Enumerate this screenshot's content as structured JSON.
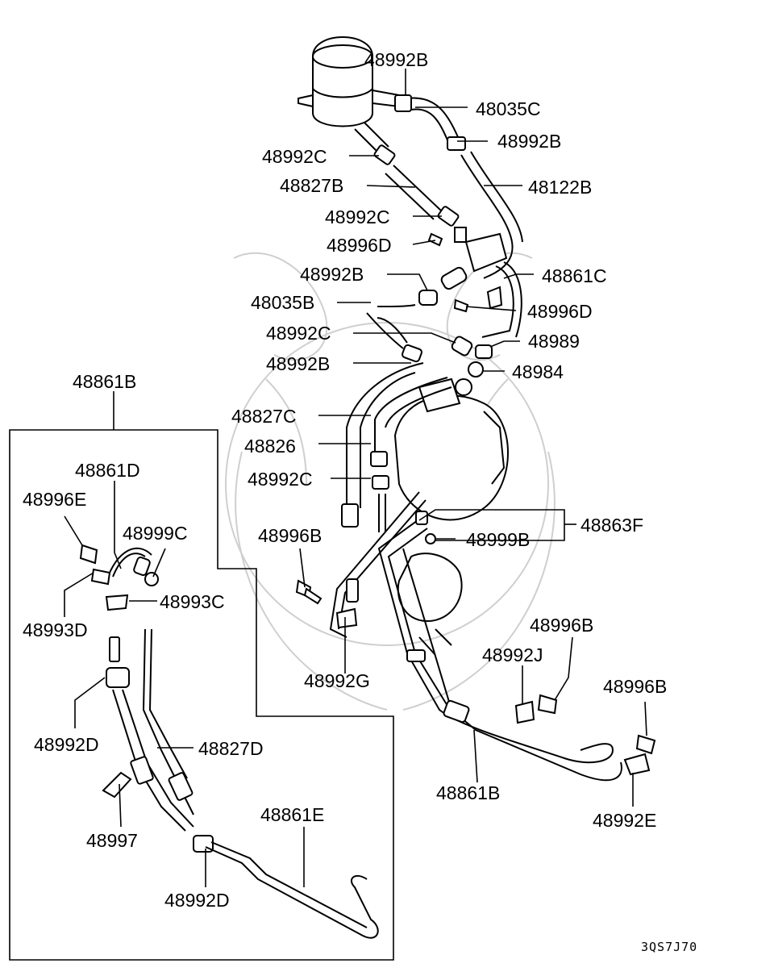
{
  "labels": {
    "l0": "48992B",
    "l1": "48035C",
    "l2": "48992B",
    "l3": "48992C",
    "l4": "48122B",
    "l5": "48827B",
    "l6": "48992C",
    "l7": "48996D",
    "l8": "48992B",
    "l9": "48861C",
    "l10": "48035B",
    "l11": "48996D",
    "l12": "48992C",
    "l13": "48989",
    "l14": "48992B",
    "l15": "48984",
    "l16": "48861B",
    "l17": "48827C",
    "l18": "48826",
    "l19": "48861D",
    "l20": "48992C",
    "l21": "48996E",
    "l22": "48863F",
    "l23": "48999C",
    "l24": "48999B",
    "l25": "48996B",
    "l26": "48993C",
    "l27": "48993D",
    "l28": "48996B",
    "l29": "48992J",
    "l30": "48992G",
    "l31": "48996B",
    "l32": "48992D",
    "l33": "48827D",
    "l34": "48861B",
    "l35": "48992E",
    "l36": "48997",
    "l37": "48861E",
    "l38": "48992D"
  },
  "drawing_code": "3QS7J70"
}
